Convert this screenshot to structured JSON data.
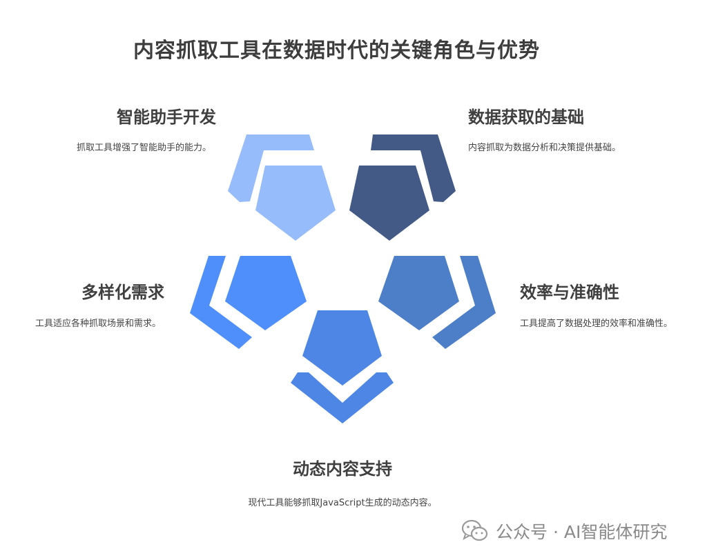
{
  "title": "内容抓取工具在数据时代的关键角色与优势",
  "items": [
    {
      "title": "智能助手开发",
      "desc": "抓取工具增强了智能助手的能力。",
      "color": "#97bcfb"
    },
    {
      "title": "数据获取的基础",
      "desc": "内容抓取为数据分析和决策提供基础。",
      "color": "#435a86"
    },
    {
      "title": "多样化需求",
      "desc": "工具适应各种抓取场景和需求。",
      "color": "#4f8ffc"
    },
    {
      "title": "效率与准确性",
      "desc": "工具提高了数据处理的效率和准确性。",
      "color": "#4d7ec8"
    },
    {
      "title": "动态内容支持",
      "desc": "现代工具能够抓取JavaScript生成的动态内容。",
      "color": "#4e86e6"
    }
  ],
  "watermark": {
    "text": "公众号 · AI智能体研究",
    "icon": "wechat-icon"
  }
}
